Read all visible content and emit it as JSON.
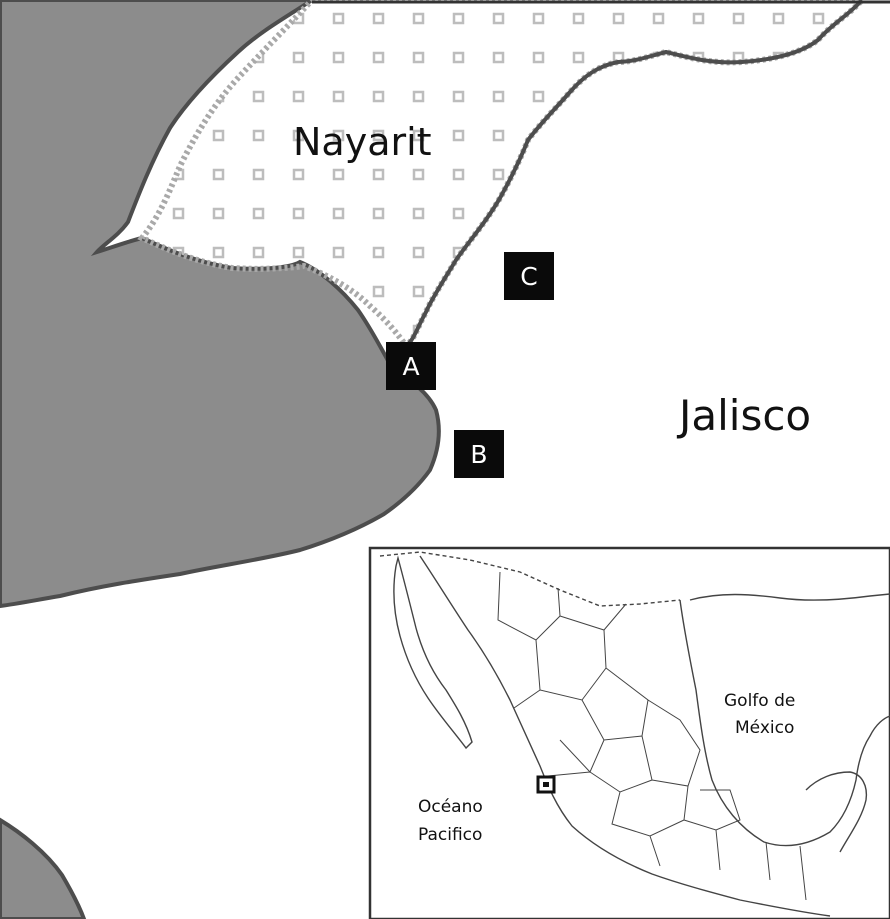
{
  "map": {
    "regions": {
      "nayarit": "Nayarit",
      "jalisco": "Jalisco"
    },
    "markers": {
      "a": "A",
      "b": "B",
      "c": "C"
    },
    "inset": {
      "gulf_line1": "Golfo de",
      "gulf_line2": "México",
      "ocean_line1": "Océano",
      "ocean_line2": "Pacifico"
    },
    "colors": {
      "ocean": "#8c8c8c",
      "land": "#ffffff",
      "coast": "#555555",
      "marker": "#0a0a0a",
      "dot": "#b8b8b8"
    }
  }
}
